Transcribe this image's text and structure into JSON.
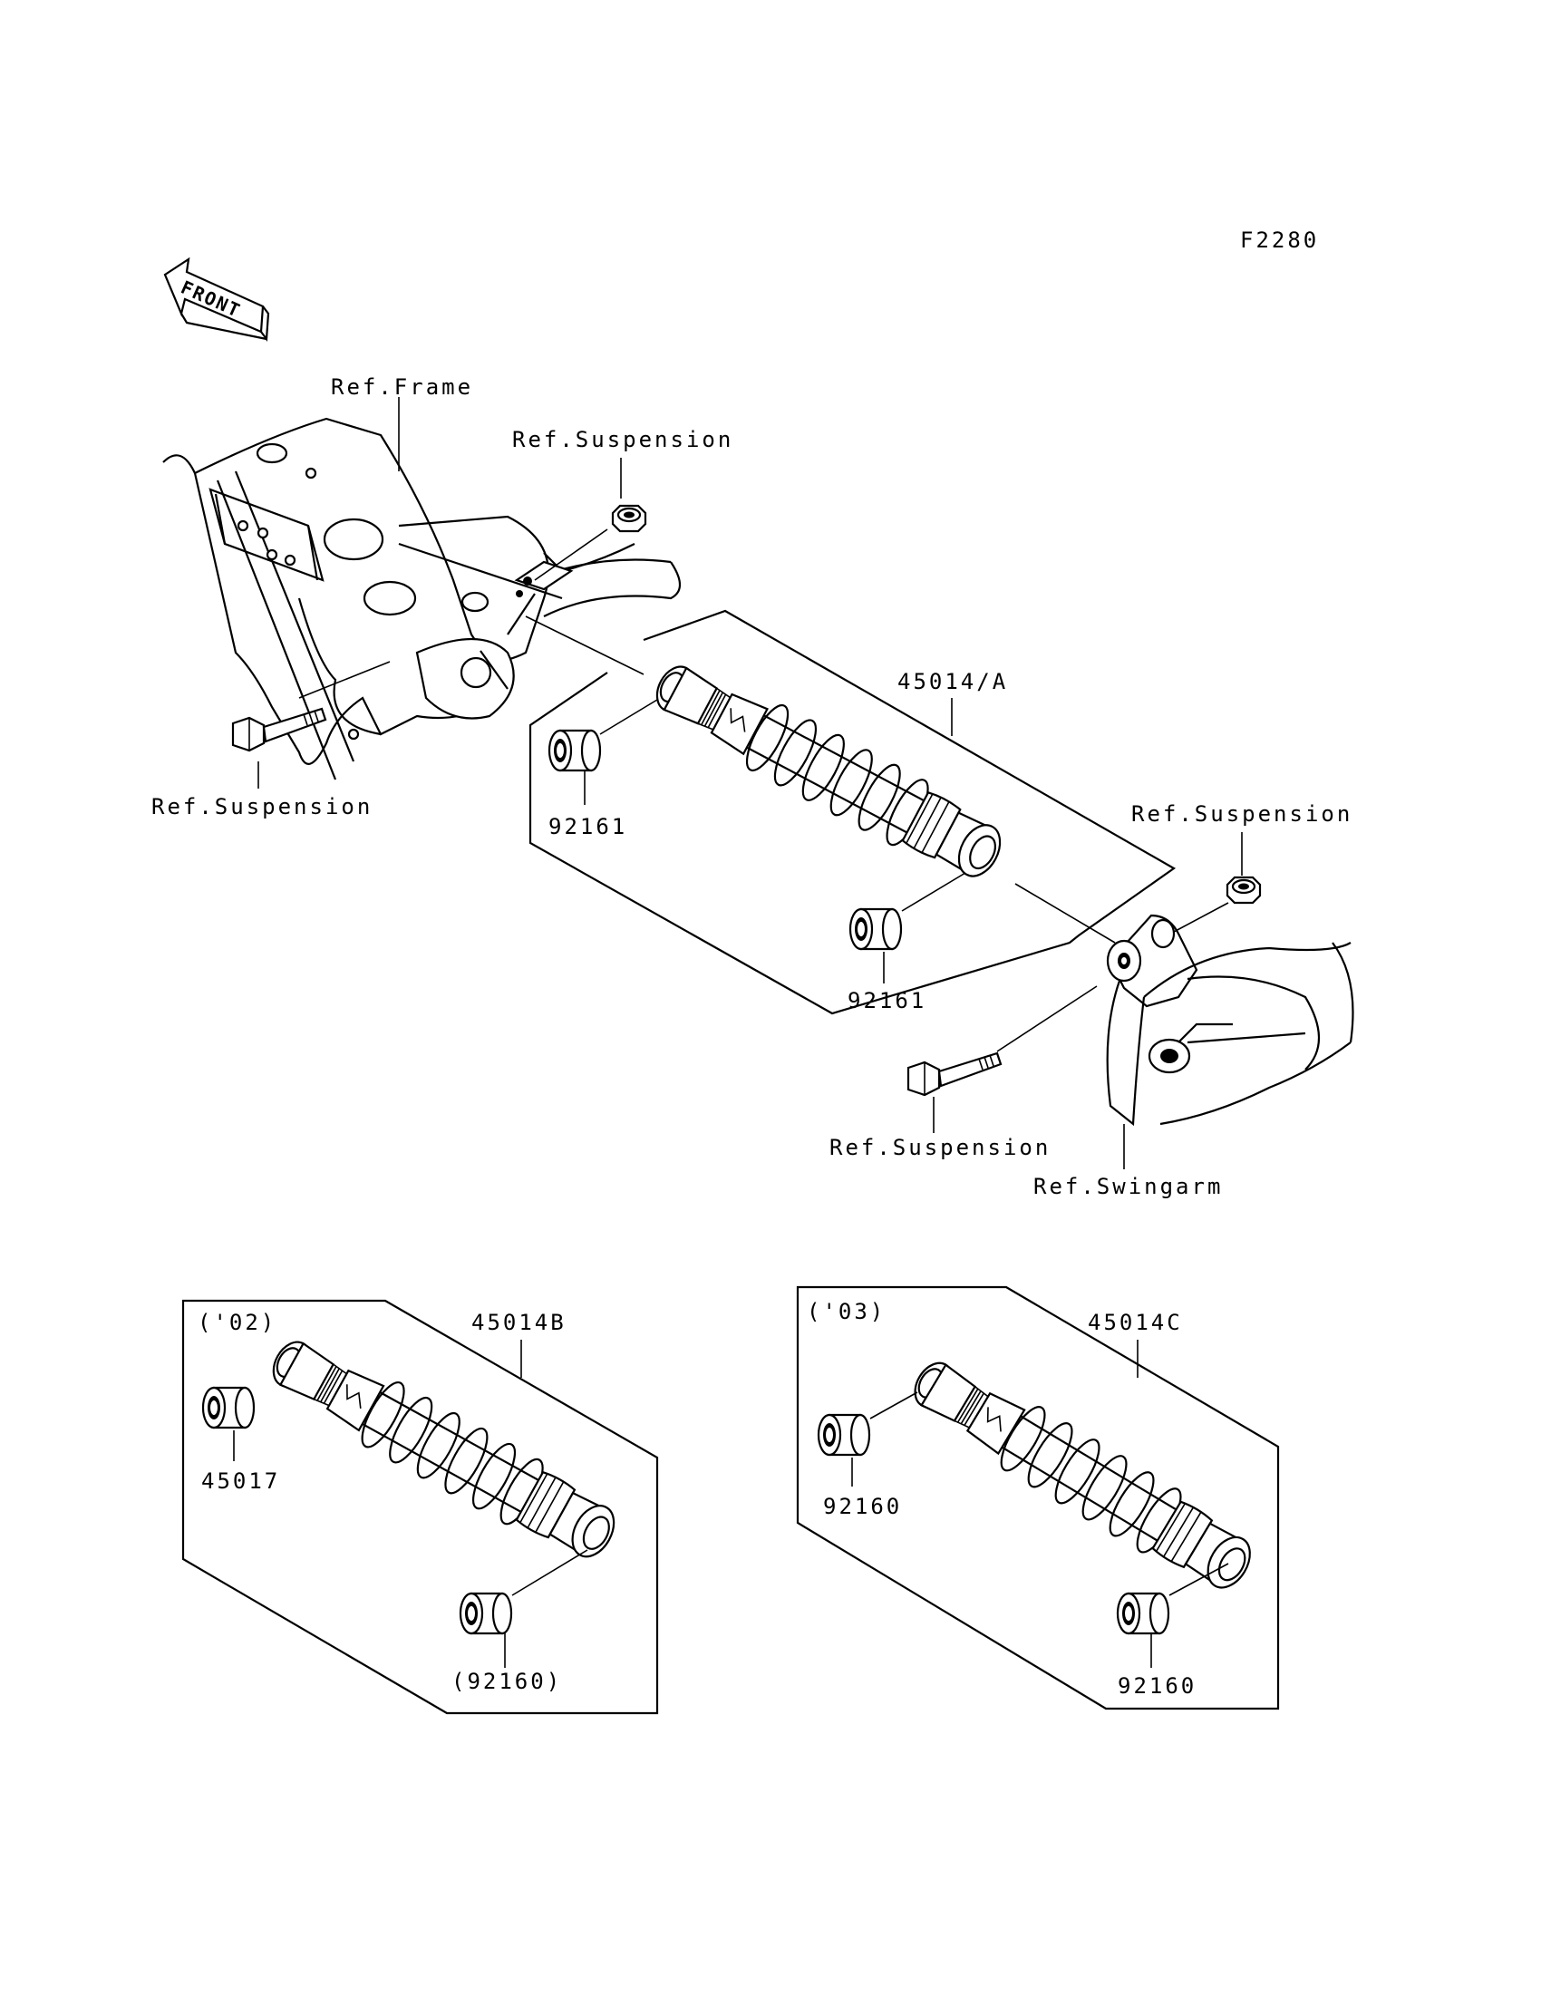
{
  "diagram_code": "F2280",
  "front_arrow_label": "FRONT",
  "labels": {
    "ref_frame": "Ref.Frame",
    "ref_suspension_top": "Ref.Suspension",
    "ref_suspension_left": "Ref.Suspension",
    "ref_suspension_right": "Ref.Suspension",
    "ref_suspension_bottom": "Ref.Suspension",
    "ref_swingarm": "Ref.Swingarm"
  },
  "main_assembly": {
    "part_number": "45014/A",
    "bushing_upper": "92161",
    "bushing_lower": "92161"
  },
  "variant_02": {
    "year": "('02)",
    "part_number": "45014B",
    "bushing_upper": "45017",
    "bushing_lower": "(92160)"
  },
  "variant_03": {
    "year": "('03)",
    "part_number": "45014C",
    "bushing_upper": "92160",
    "bushing_lower": "92160"
  }
}
